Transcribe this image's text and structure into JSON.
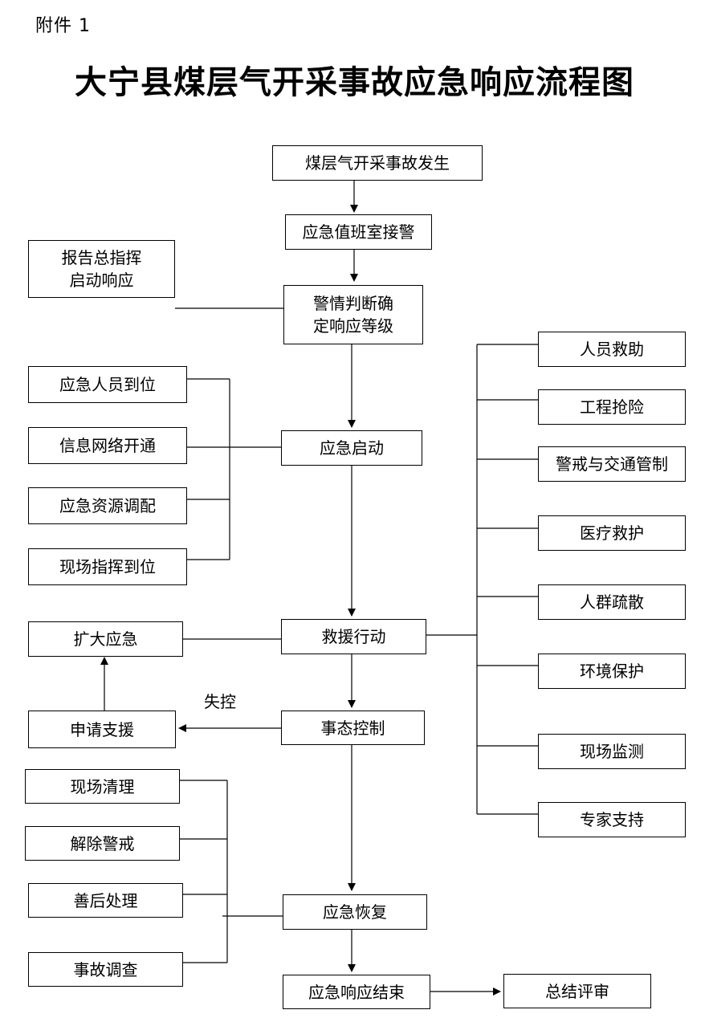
{
  "header": {
    "attachment": "附件 1",
    "title": "大宁县煤层气开采事故应急响应流程图"
  },
  "nodes": {
    "accident": "煤层气开采事故发生",
    "duty_room": "应急值班室接警",
    "report": "报告总指挥\n启动响应",
    "judge": "警情判断确\n定响应等级",
    "personnel": "应急人员到位",
    "network": "信息网络开通",
    "resources": "应急资源调配",
    "command": "现场指挥到位",
    "start": "应急启动",
    "expand": "扩大应急",
    "rescue_action": "救援行动",
    "request": "申请支援",
    "control": "事态控制",
    "cleanup": "现场清理",
    "lift_alert": "解除警戒",
    "aftermath": "善后处理",
    "investigation": "事故调查",
    "recovery": "应急恢复",
    "end": "应急响应结束",
    "review": "总结评审",
    "person_rescue": "人员救助",
    "engineering": "工程抢险",
    "traffic": "警戒与交通管制",
    "medical": "医疗救护",
    "evacuation": "人群疏散",
    "environment": "环境保护",
    "monitoring": "现场监测",
    "experts": "专家支持"
  },
  "labels": {
    "out_of_control": "失控"
  }
}
